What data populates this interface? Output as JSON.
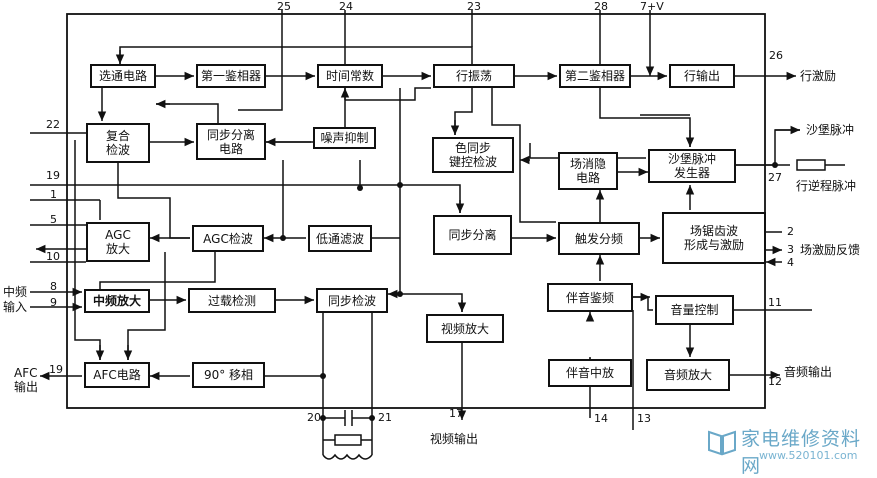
{
  "blocks": {
    "xuantong": "选通电路",
    "jianxiang1": "第一鉴相器",
    "shijian": "时间常数",
    "hangzhendang": "行振荡",
    "jianxiang2": "第二鉴相器",
    "hangshuchu": "行输出",
    "fuhe": "复合\n检波",
    "tongbufenli_circuit": "同步分离\n电路",
    "zaosheng": "噪声抑制",
    "setongbu": "色同步\n键控检波",
    "changxiaoyin": "场消隐\n电路",
    "shamai": "沙堡脉冲\n发生器",
    "agc_amp": "AGC\n放大",
    "agc_det": "AGC检波",
    "lowpass": "低通滤波",
    "sync_sep": "同步分离",
    "trigger_div": "触发分频",
    "field_saw": "场锯齿波\n形成与激励",
    "if_amp": "中频放大",
    "overload": "过载检测",
    "sync_det": "同步检波",
    "video_amp": "视频放大",
    "sound_disc": "伴音鉴频",
    "volume": "音量控制",
    "afc": "AFC电路",
    "phase90": "90° 移相",
    "sound_if": "伴音中放",
    "audio_amp": "音频放大"
  },
  "pins": {
    "p25": "25",
    "p24": "24",
    "p23": "23",
    "p28": "28",
    "p7v": "7+V",
    "p26": "26",
    "p22": "22",
    "p19a": "19",
    "p1": "1",
    "p5": "5",
    "p10": "10",
    "p8": "8",
    "p9": "9",
    "p19b": "19",
    "p27": "27",
    "p2": "2",
    "p3": "3",
    "p4": "4",
    "p11": "11",
    "p12": "12",
    "p20": "20",
    "p21": "21",
    "p17": "17",
    "p14": "14",
    "p13": "13"
  },
  "labels": {
    "hang_jili": "行激励",
    "shamai_out": "沙堡脉冲",
    "hang_nicheng": "行逆程脉冲",
    "chang_jili_fankui": "场激励反馈",
    "zhongpin_shuru": "中频\n输入",
    "afc_shuchu": "AFC\n输出",
    "yinpin_shuchu": "音频输出",
    "shipin_shuchu": "视频输出"
  },
  "watermark": {
    "title": "家电维修资料网",
    "url": "www.520101.com"
  }
}
